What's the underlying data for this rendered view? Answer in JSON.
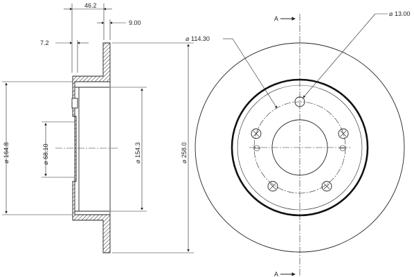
{
  "drawing": {
    "dimensions": {
      "total_height": "46.2",
      "disc_thickness": "9.00",
      "hat_thickness": "7.2",
      "outer_diameter": "164.8",
      "bore_diameter": "68.10",
      "hat_diameter": "154.3",
      "disc_diameter": "258.0",
      "pcd": "114.30",
      "bolt_hole": "13.00"
    },
    "section_marks": {
      "top": "A",
      "bottom": "A"
    }
  }
}
